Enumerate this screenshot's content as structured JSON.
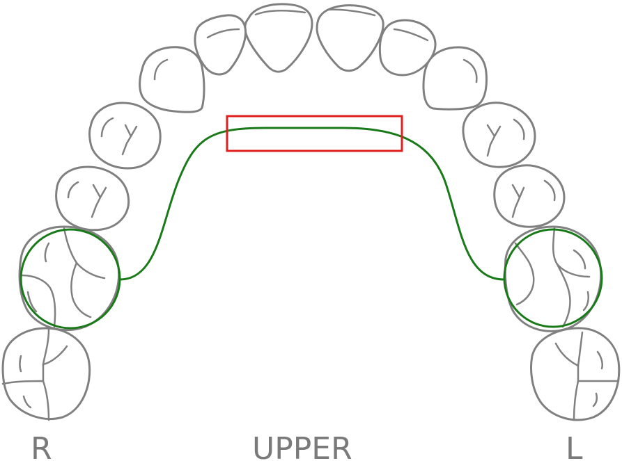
{
  "labels": {
    "right": "R",
    "arch": "UPPER",
    "left": "L"
  },
  "colors": {
    "tooth_outline": "#808080",
    "appliance_wire": "#1a7a1a",
    "highlight_box": "#e01f1f",
    "label_text": "#7a7a7a"
  },
  "icons": {
    "tooth": "tooth-outline-icon",
    "band": "molar-band-ring",
    "highlight": "highlight-rectangle"
  }
}
